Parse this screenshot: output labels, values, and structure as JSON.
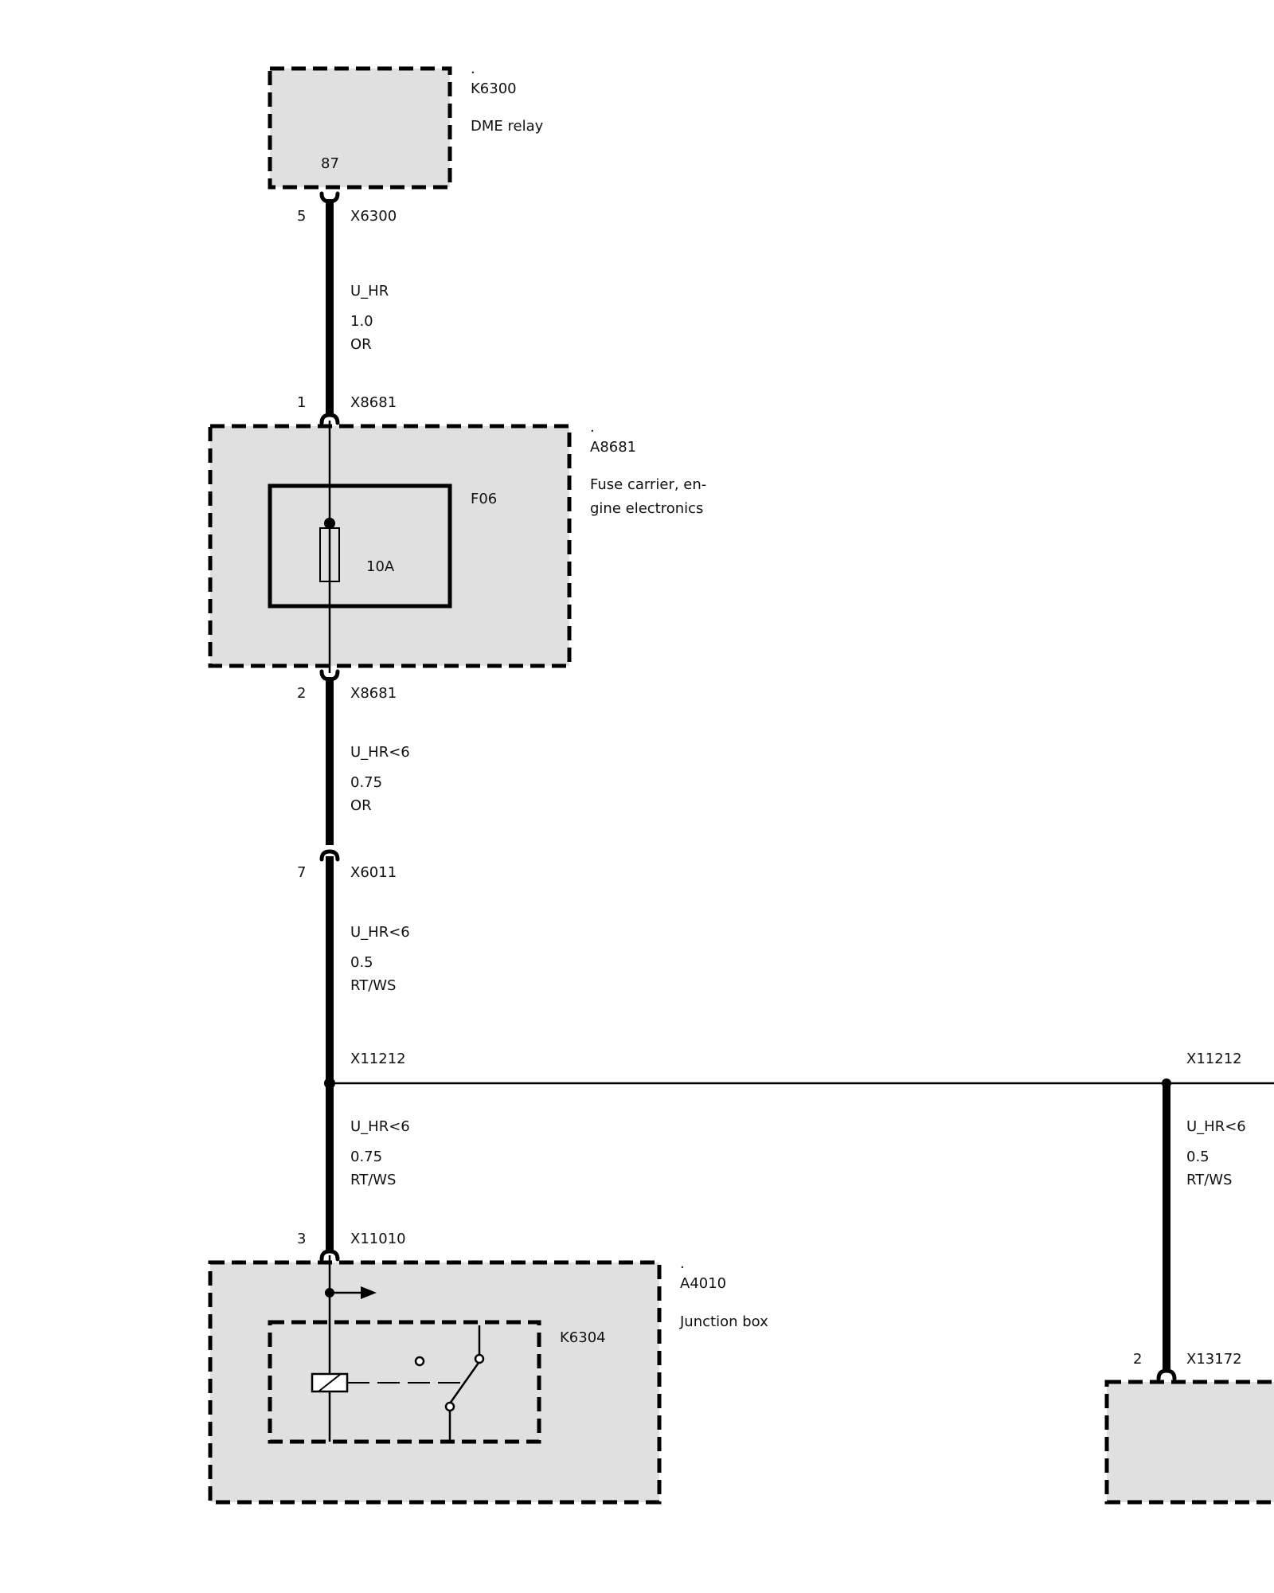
{
  "components": {
    "k6300": {
      "dot": ".",
      "id": "K6300",
      "name": "DME relay",
      "pin": "87"
    },
    "a8681": {
      "dot": ".",
      "id": "A8681",
      "name_line1": "Fuse carrier, en-",
      "name_line2": "gine electronics",
      "fuse_id": "F06",
      "fuse_rating": "10A"
    },
    "a4010": {
      "dot": ".",
      "id": "A4010",
      "name": "Junction box",
      "relay_id": "K6304"
    }
  },
  "connectors": {
    "x6300": {
      "pin": "5",
      "id": "X6300"
    },
    "x8681_in": {
      "pin": "1",
      "id": "X8681"
    },
    "x8681_out": {
      "pin": "2",
      "id": "X8681"
    },
    "x6011": {
      "pin": "7",
      "id": "X6011"
    },
    "x11212_left": {
      "id": "X11212"
    },
    "x11212_right": {
      "id": "X11212"
    },
    "x11010": {
      "pin": "3",
      "id": "X11010"
    },
    "x13172": {
      "pin": "2",
      "id": "X13172"
    }
  },
  "wires": {
    "w1": {
      "signal": "U_HR",
      "gauge": "1.0",
      "color": "OR"
    },
    "w2": {
      "signal": "U_HR<6",
      "gauge": "0.75",
      "color": "OR"
    },
    "w3": {
      "signal": "U_HR<6",
      "gauge": "0.5",
      "color": "RT/WS"
    },
    "w4": {
      "signal": "U_HR<6",
      "gauge": "0.75",
      "color": "RT/WS"
    },
    "w5": {
      "signal": "U_HR<6",
      "gauge": "0.5",
      "color": "RT/WS"
    }
  }
}
